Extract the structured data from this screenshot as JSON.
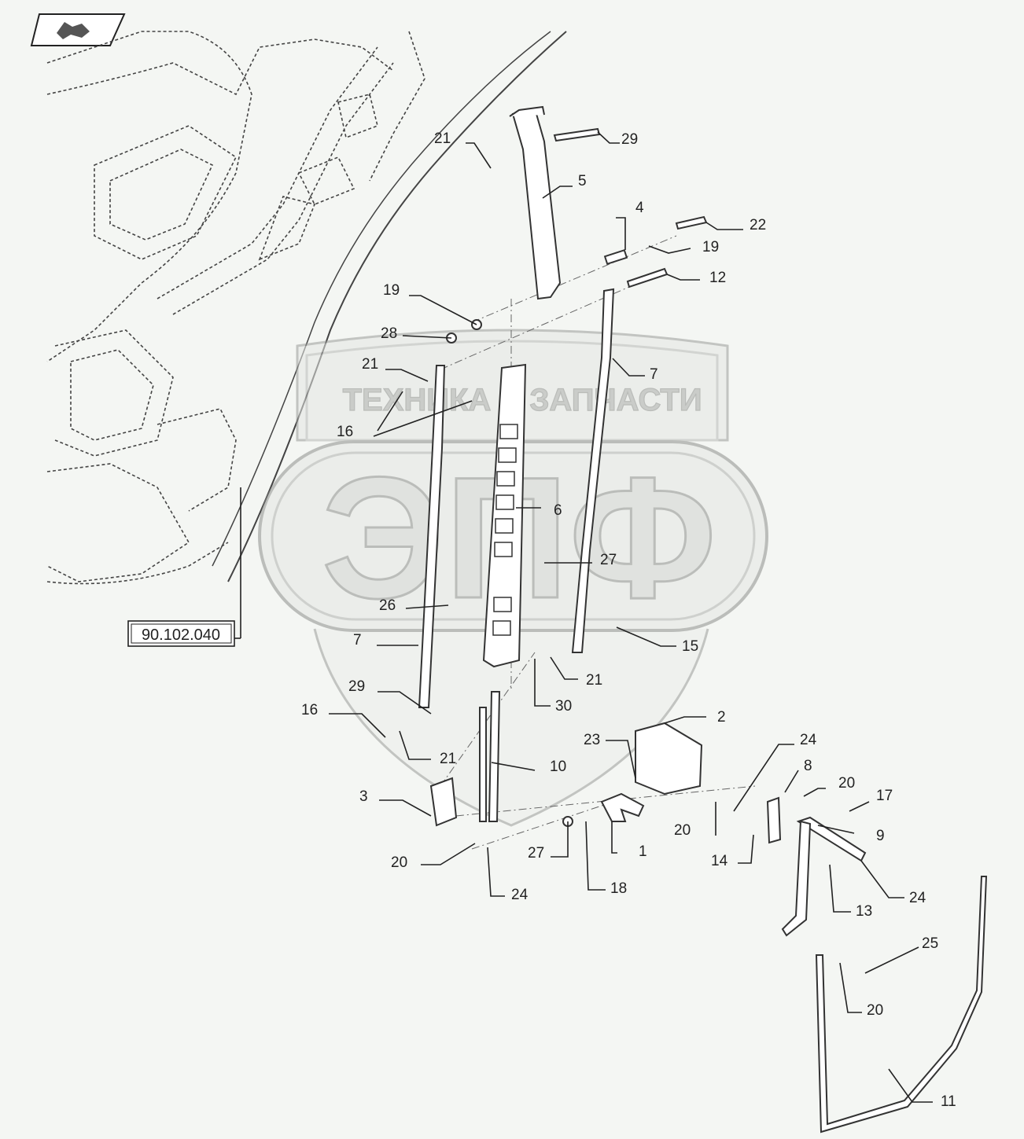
{
  "diagram": {
    "reference_code": "90.102.040",
    "watermark": {
      "line1_left": "ТЕХНИКА",
      "line1_right": "ЗАПЧАСТИ",
      "logo": "ЭПФ"
    },
    "callouts": [
      {
        "id": "c21a",
        "text": "21"
      },
      {
        "id": "c29a",
        "text": "29"
      },
      {
        "id": "c5",
        "text": "5"
      },
      {
        "id": "c4",
        "text": "4"
      },
      {
        "id": "c22",
        "text": "22"
      },
      {
        "id": "c19a",
        "text": "19"
      },
      {
        "id": "c12",
        "text": "12"
      },
      {
        "id": "c19b",
        "text": "19"
      },
      {
        "id": "c28",
        "text": "28"
      },
      {
        "id": "c21b",
        "text": "21"
      },
      {
        "id": "c7a",
        "text": "7"
      },
      {
        "id": "c16a",
        "text": "16"
      },
      {
        "id": "c6",
        "text": "6"
      },
      {
        "id": "c27a",
        "text": "27"
      },
      {
        "id": "c26",
        "text": "26"
      },
      {
        "id": "c7b",
        "text": "7"
      },
      {
        "id": "c15",
        "text": "15"
      },
      {
        "id": "c21c",
        "text": "21"
      },
      {
        "id": "c29b",
        "text": "29"
      },
      {
        "id": "c30",
        "text": "30"
      },
      {
        "id": "c16b",
        "text": "16"
      },
      {
        "id": "c21d",
        "text": "21"
      },
      {
        "id": "c23",
        "text": "23"
      },
      {
        "id": "c2",
        "text": "2"
      },
      {
        "id": "c10",
        "text": "10"
      },
      {
        "id": "c24a",
        "text": "24"
      },
      {
        "id": "c8",
        "text": "8"
      },
      {
        "id": "c20a",
        "text": "20"
      },
      {
        "id": "c17",
        "text": "17"
      },
      {
        "id": "c3",
        "text": "3"
      },
      {
        "id": "c20b",
        "text": "20"
      },
      {
        "id": "c24b",
        "text": "24"
      },
      {
        "id": "c27b",
        "text": "27"
      },
      {
        "id": "c1",
        "text": "1"
      },
      {
        "id": "c14",
        "text": "14"
      },
      {
        "id": "c9",
        "text": "9"
      },
      {
        "id": "c20c",
        "text": "20"
      },
      {
        "id": "c24c",
        "text": "24"
      },
      {
        "id": "c18",
        "text": "18"
      },
      {
        "id": "c13",
        "text": "13"
      },
      {
        "id": "c25",
        "text": "25"
      },
      {
        "id": "c20d",
        "text": "20"
      },
      {
        "id": "c11",
        "text": "11"
      }
    ]
  }
}
